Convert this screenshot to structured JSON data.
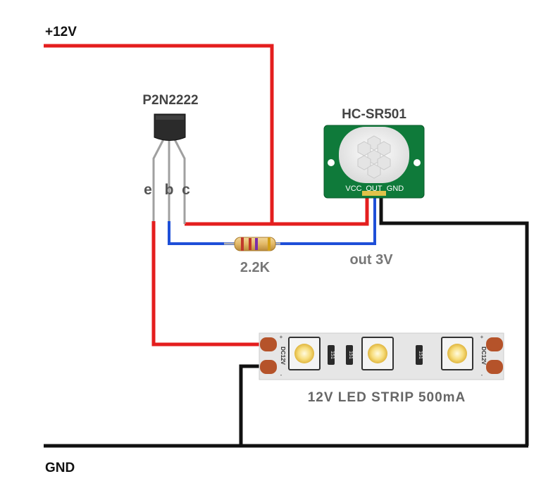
{
  "rails": {
    "positive_label": "+12V",
    "ground_label": "GND"
  },
  "transistor": {
    "name": "P2N2222",
    "pin_e": "e",
    "pin_b": "b",
    "pin_c": "c"
  },
  "sensor": {
    "name": "HC-SR501",
    "pin_vcc": "VCC",
    "pin_out": "OUT",
    "pin_gnd": "GND"
  },
  "resistor": {
    "value_label": "2.2K"
  },
  "signal": {
    "label": "out 3V"
  },
  "led_strip": {
    "label": "12V LED STRIP 500mA",
    "end_label": "DC12V",
    "plus": "+",
    "minus": "-",
    "resistor_code": "151"
  },
  "colors": {
    "positive_wire": "#e41e1e",
    "ground_wire": "#111111",
    "signal_wire": "#1e4fd8",
    "pcb_green": "#0f7a3a",
    "pad_copper": "#b5532a"
  }
}
